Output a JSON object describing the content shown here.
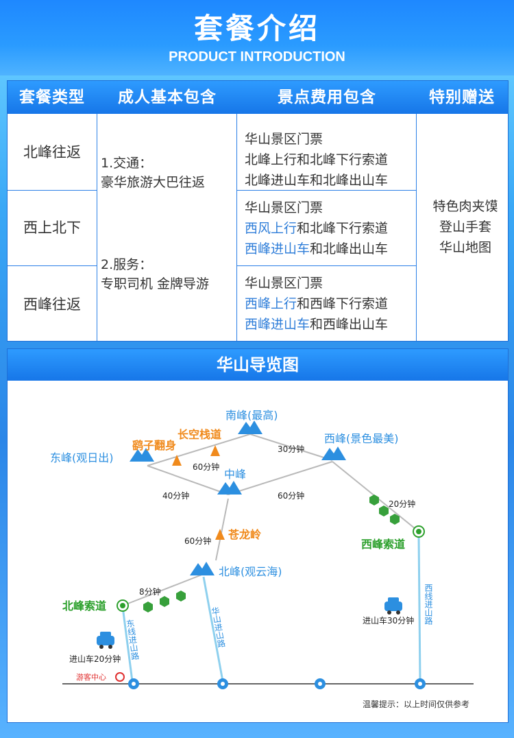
{
  "header": {
    "title_cn": "套餐介绍",
    "title_en": "PRODUCT INTRODUCTION"
  },
  "table": {
    "headers": [
      "套餐类型",
      "成人基本包含",
      "景点费用包含",
      "特别赠送"
    ],
    "rows": [
      {
        "type": "北峰往返",
        "fees": [
          [
            {
              "t": "华山景区门票",
              "hl": false
            }
          ],
          [
            {
              "t": "北峰上行和北峰下行索道",
              "hl": false
            }
          ],
          [
            {
              "t": "北峰进山车和北峰出山车",
              "hl": false
            }
          ]
        ]
      },
      {
        "type": "西上北下",
        "fees": [
          [
            {
              "t": "华山景区门票",
              "hl": false
            }
          ],
          [
            {
              "t": "西风上行",
              "hl": true
            },
            {
              "t": "和北峰下行索道",
              "hl": false
            }
          ],
          [
            {
              "t": "西峰进山车",
              "hl": true
            },
            {
              "t": "和北峰出山车",
              "hl": false
            }
          ]
        ]
      },
      {
        "type": "西峰往返",
        "fees": [
          [
            {
              "t": "华山景区门票",
              "hl": false
            }
          ],
          [
            {
              "t": "西峰上行",
              "hl": true
            },
            {
              "t": "和西峰下行索道",
              "hl": false
            }
          ],
          [
            {
              "t": "西峰进山车",
              "hl": true
            },
            {
              "t": "和西峰出山车",
              "hl": false
            }
          ]
        ]
      }
    ],
    "adult": {
      "transport_title": "1.交通：",
      "transport_text": "豪华旅游大巴往返",
      "service_title": "2.服务：",
      "service_text": "专职司机 金牌导游"
    },
    "gifts": [
      "特色肉夹馍",
      "登山手套",
      "华山地图"
    ]
  },
  "map": {
    "title": "华山导览图",
    "peaks": {
      "south": "南峰(最高)",
      "west": "西峰(景色最美)",
      "east": "东峰(观日出)",
      "middle": "中峰",
      "north": "北峰(观云海)"
    },
    "sights": {
      "yaozi": "鹞子翻身",
      "changkong": "长空栈道",
      "canglong": "苍龙岭"
    },
    "times": {
      "south_west": "30分钟",
      "east_south": "60分钟",
      "east_middle": "40分钟",
      "middle_west": "60分钟",
      "west_cableway": "20分钟",
      "north_middle": "60分钟",
      "north_cableway": "8分钟"
    },
    "cableways": {
      "west": "西峰索道",
      "north": "北峰索道"
    },
    "roads": {
      "east_line": "东线进山路",
      "huashan": "华山进山路",
      "west_line": "西线进山路"
    },
    "bus": {
      "east": "进山车20分钟",
      "west": "进山车30分钟"
    },
    "visitor_center": "游客中心",
    "note": "温馨提示：以上时间仅供参考",
    "colors": {
      "peak_label": "#2c8fe0",
      "sight_label": "#f08a1c",
      "cableway_label": "#2ca02c",
      "route": "#b9b9b9",
      "road": "#8ed0ee"
    }
  }
}
